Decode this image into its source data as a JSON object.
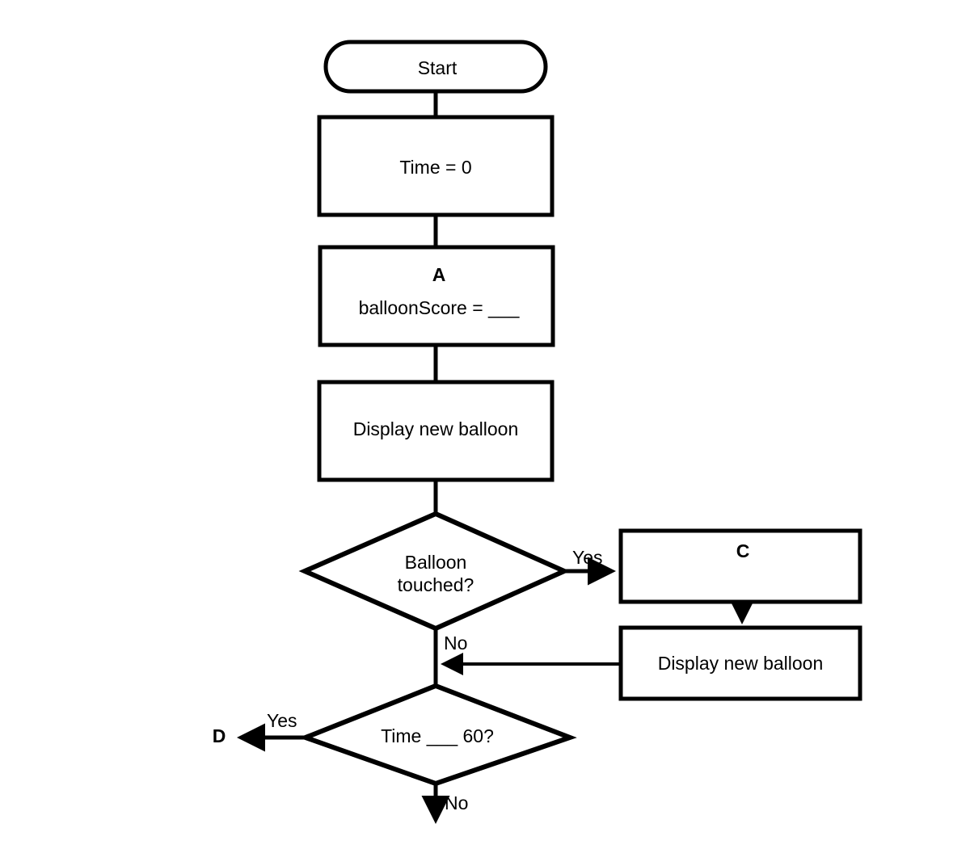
{
  "diagram": {
    "type": "flowchart",
    "title": "Balloon game flowchart",
    "background_color": "#ffffff",
    "line_color": "#000000",
    "text_color": "#000000"
  },
  "nodes": {
    "start": {
      "shape": "terminator",
      "label": "Start"
    },
    "time_init": {
      "shape": "process",
      "label": "Time = 0"
    },
    "balloon_score": {
      "shape": "process",
      "tag": "A",
      "label_prefix": "balloonScore = ",
      "blank": "___"
    },
    "display_balloon_1": {
      "shape": "process",
      "label": "Display new balloon"
    },
    "balloon_touched": {
      "shape": "decision",
      "label_line1": "Balloon",
      "label_line2": "touched?"
    },
    "box_c": {
      "shape": "process",
      "tag": "C",
      "label": ""
    },
    "display_balloon_2": {
      "shape": "process",
      "label": "Display new balloon"
    },
    "time_check": {
      "shape": "decision",
      "label_prefix": "Time ",
      "blank": "___",
      "label_suffix": " 60?"
    },
    "connector_d": {
      "shape": "connector",
      "label": "D"
    }
  },
  "edge_labels": {
    "touched_yes": "Yes",
    "touched_no": "No",
    "time_yes": "Yes",
    "time_no": "No"
  }
}
